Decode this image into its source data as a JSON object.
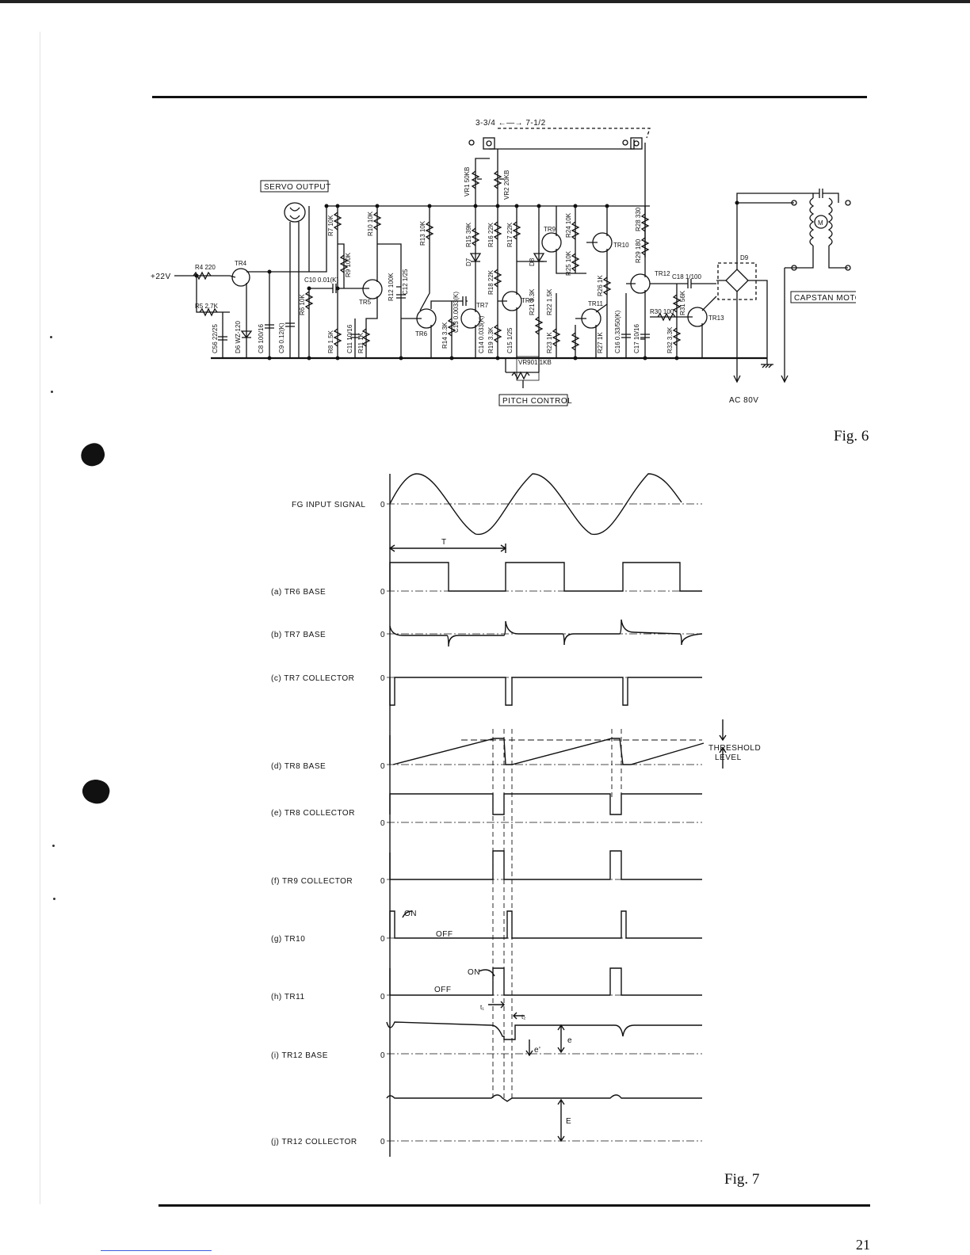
{
  "page_number": "21",
  "figure6": {
    "caption": "Fig. 6",
    "speed_selector": "3-3/4  ←—→  7-1/2",
    "supply_label": "+22V",
    "boxes": [
      "SERVO OUTPUT",
      "CAPSTAN MOTOR",
      "PITCH CONTROL"
    ],
    "ac_label": "AC 80V",
    "transistors": [
      "TR4",
      "TR5",
      "TR6",
      "TR7",
      "TR8",
      "TR9",
      "TR10",
      "TR11",
      "TR12",
      "TR13"
    ],
    "components": {
      "r4": "R4 220",
      "r5": "R5 2.7K",
      "c56": "C56 22/25",
      "d6": "D6 WZ-120",
      "c8": "C8 100/16",
      "c9": "C9 0.12(K)",
      "r6": "R6 10K",
      "c10": "C10 0.01(K)",
      "r7": "R7 10K",
      "r8": "R8 1.5K",
      "r9": "R9 100K",
      "r10": "R10 10K",
      "c11": "C11 10/16",
      "r11": "R11 1K",
      "r12": "R12 100K",
      "c12": "C12 1/25",
      "r13": "R13 10K",
      "c13": "C13 0.0033(K)",
      "r14": "R14 3.3K",
      "vr1": "VR1 50KB",
      "vr2": "VR2 20KB",
      "r15": "R15 39K",
      "r16": "R16 22K",
      "r17": "R17 22K",
      "d7": "D7",
      "d8": "D8",
      "r18": "R18 22K",
      "c14": "C14 0.033(K)",
      "r19": "R19 3.3K",
      "c15": "C15 1/25",
      "r21": "R21 3.3K",
      "r22": "R22 1.5K",
      "r23": "R23 1K",
      "r24": "R24 10K",
      "r25": "R25 10K",
      "r26": "R26 1K",
      "r27": "R27 1K",
      "c16": "C16 0.33/50(K)",
      "c17": "C17 10/16",
      "r28": "R28 330",
      "r29": "R29 180",
      "c18": "C18 1/100",
      "r30": "R30 100",
      "r31": "R31 56K",
      "r32": "R32 3.3K",
      "vr901": "VR901 1KB",
      "d9": "D9",
      "motor": "M"
    }
  },
  "figure7": {
    "caption": "Fig. 7",
    "period_label": "T",
    "zero_label": "0",
    "threshold_label": [
      "THRESHOLD",
      "LEVEL"
    ],
    "signals": [
      "FG INPUT  SIGNAL",
      "(a)  TR6  BASE",
      "(b)  TR7  BASE",
      "(c)  TR7  COLLECTOR",
      "(d)  TR8  BASE",
      "(e)  TR8  COLLECTOR",
      "(f)  TR9  COLLECTOR",
      "(g)  TR10",
      "(h)  TR11",
      "(i)  TR12   BASE",
      "(j)  TR12  COLLECTOR"
    ],
    "annotations": {
      "on": "ON",
      "off": "OFF",
      "t1": "t₁",
      "t2": "t₂",
      "e": "e",
      "e_prime": "e'",
      "E": "E"
    }
  }
}
